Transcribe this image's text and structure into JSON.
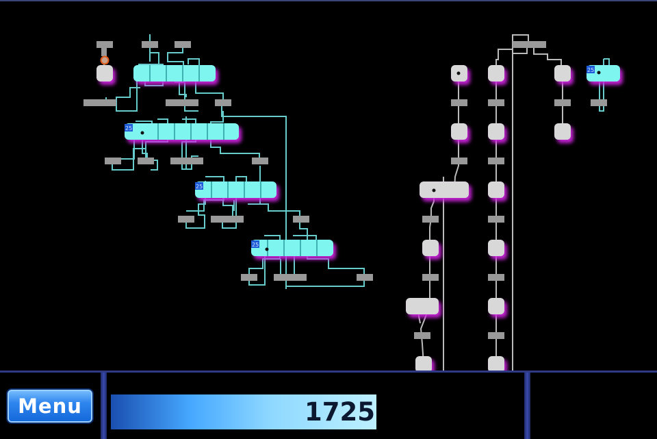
{
  "hud": {
    "menu_label": "Menu",
    "score": "1725"
  },
  "node_badges": [
    "25",
    "25",
    "25",
    "25"
  ],
  "colors": {
    "active_node": "#7ff5f0",
    "inactive_node": "#d8d8d8",
    "node_glow": "#cc22dd",
    "connector": "#999999",
    "active_wire": "#66cccc",
    "inactive_wire": "#bbbbbb",
    "badge": "#1e5bd8",
    "hud_border": "#2e3a86"
  }
}
